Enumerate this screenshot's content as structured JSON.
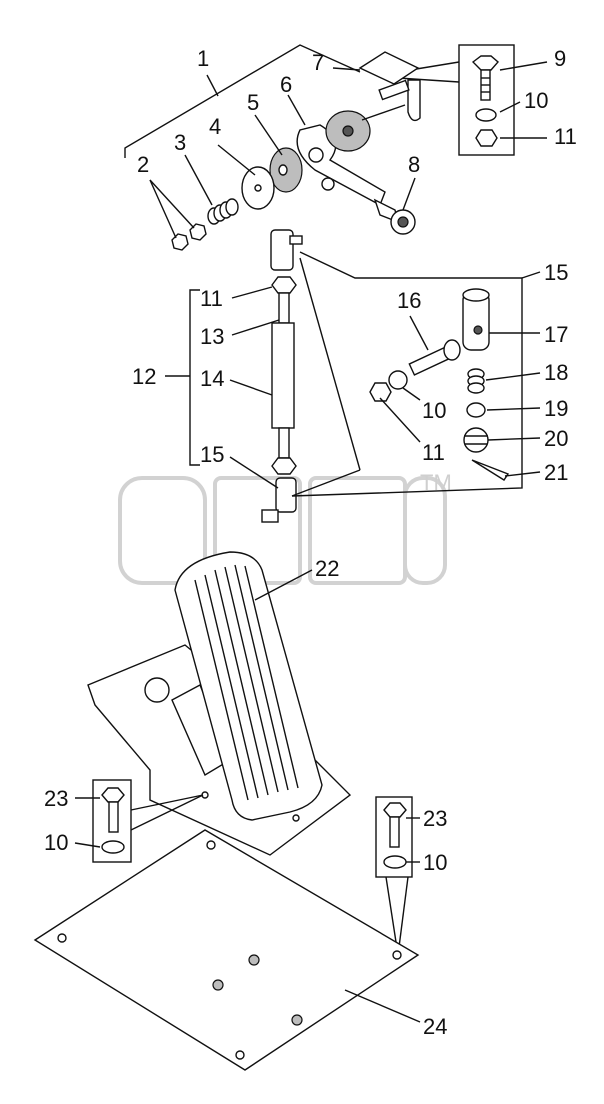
{
  "watermark": {
    "trademark": "TM"
  },
  "callouts": {
    "c1": "1",
    "c2": "2",
    "c3": "3",
    "c4": "4",
    "c5": "5",
    "c6": "6",
    "c7": "7",
    "c8": "8",
    "c9": "9",
    "c10a": "10",
    "c11a": "11",
    "c15a": "15",
    "c11b": "11",
    "c13": "13",
    "c12": "12",
    "c14": "14",
    "c15b": "15",
    "c16": "16",
    "c17": "17",
    "c18": "18",
    "c10b": "10",
    "c19": "19",
    "c11c": "11",
    "c20": "20",
    "c21": "21",
    "c22": "22",
    "c23a": "23",
    "c10c": "10",
    "c23b": "23",
    "c10d": "10",
    "c24": "24"
  }
}
